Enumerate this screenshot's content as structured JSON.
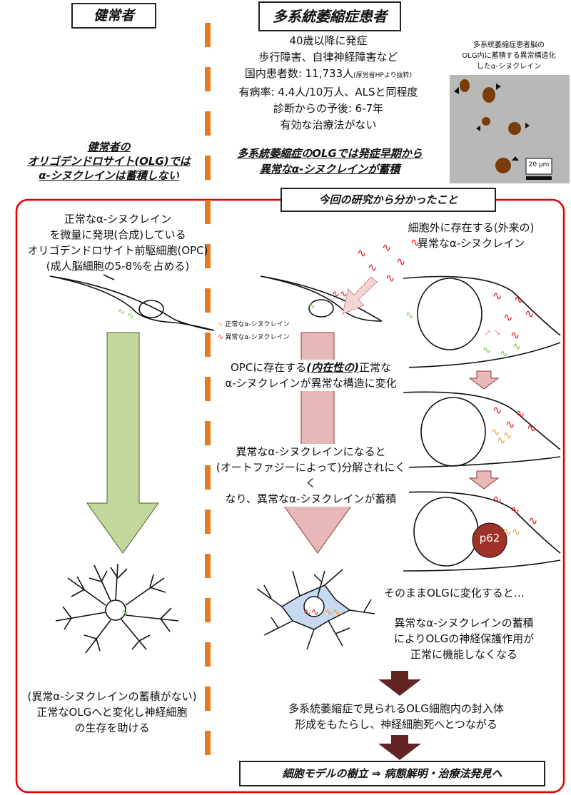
{
  "header": {
    "healthy_label": "健常者",
    "patient_label": "多系統萎縮症患者"
  },
  "patient_facts": [
    "40歳以降に発症",
    "歩行障害、自律神経障害など",
    "国内患者数: 11,733人",
    "有病率: 4.4人/10万人、ALSと同程度",
    "診断からの予後: 6-7年",
    "有効な治療法がない"
  ],
  "patient_count_source": "(厚労省HPより抜粋)",
  "micrograph": {
    "caption": [
      "多系統萎縮症患者脳の",
      "OLG内に蓄積する異常構造化",
      "したα-シヌクレイン"
    ],
    "scale_bar": "20 μm"
  },
  "healthy_statement": [
    "健常者の",
    "オリゴデンドロサイト(OLG)では",
    "α-シヌクレインは蓄積しない"
  ],
  "patient_statement": [
    "多系統萎縮症のOLGでは発症早期から",
    "異常なα-シヌクレインが蓄積"
  ],
  "findings": {
    "title": "今回の研究から分かったこと",
    "opc_description": [
      "正常なα-シヌクレイン",
      "を微量に発現(合成)している",
      "オリゴデンドロサイト前駆細胞(OPC)",
      "(成人脳細胞の5-8%を占める)"
    ],
    "exogenous": [
      "細胞外に存在する(外来の)",
      "異常なα-シヌクレイン"
    ],
    "legend": {
      "normal": "正常なα-シヌクレイン",
      "abnormal": "異常なα-シヌクレイン"
    },
    "step1": {
      "prefix": "OPCに存在する",
      "emph": "(内在性の)",
      "suffix": "正常な",
      "line2": "α-シヌクレインが異常な構造に変化"
    },
    "step2": [
      "異常なα-シヌクレインになると",
      "(オートファジーによって)分解されにくく",
      "なり、異常なα-シヌクレインが蓄積"
    ],
    "p62_label": "p62",
    "to_olg": "そのままOLGに変化すると…",
    "consequence": [
      "異常なα-シヌクレインの蓄積",
      "によりOLGの神経保護作用が",
      "正常に機能しなくなる"
    ],
    "healthy_outcome": [
      "(異常α-シヌクレインの蓄積がない)",
      "正常なOLGへと変化し神経細胞",
      "の生存を助ける"
    ],
    "inclusion": [
      "多系統萎縮症で見られるOLG細胞内の封入体",
      "形成をもたらし、神経細胞死へとつながる"
    ],
    "conclusion": "細胞モデルの樹立 ⇒ 病態解明・治療法発見へ"
  },
  "colors": {
    "divider": "#e87a1e",
    "frame": "#e00000",
    "green_arrow": "#c3d69b",
    "pink_arrow": "#e6b9b8",
    "dark_arrow": "#632523",
    "normal_syn": "#7ac143",
    "abnormal_syn": "#ee1111",
    "p62": "#a0302a"
  }
}
